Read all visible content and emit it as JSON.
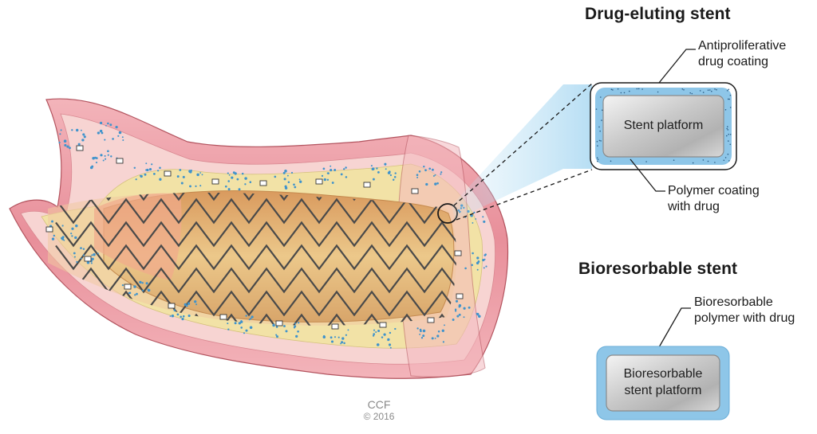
{
  "drug_eluting": {
    "title": "Drug-eluting stent",
    "antiproliferative_label_line1": "Antiproliferative",
    "antiproliferative_label_line2": "drug coating",
    "platform_label": "Stent platform",
    "polymer_label_line1": "Polymer coating",
    "polymer_label_line2": "with drug"
  },
  "bioresorbable": {
    "title": "Bioresorbable stent",
    "polymer_label_line1": "Bioresorbable",
    "polymer_label_line2": "polymer with drug",
    "platform_label_line1": "Bioresorbable",
    "platform_label_line2": "stent platform"
  },
  "credit": {
    "org": "CCF",
    "year": "© 2016"
  },
  "colors": {
    "vessel_wall": "#e88f9a",
    "vessel_wall_light": "#f7c9cd",
    "plaque": "#f2e2a6",
    "balloon": "#e6b877",
    "drug_dots": "#3f93cc",
    "polymer_coating": "#8ec6e8",
    "platform_steel": "#cfcfcf"
  }
}
